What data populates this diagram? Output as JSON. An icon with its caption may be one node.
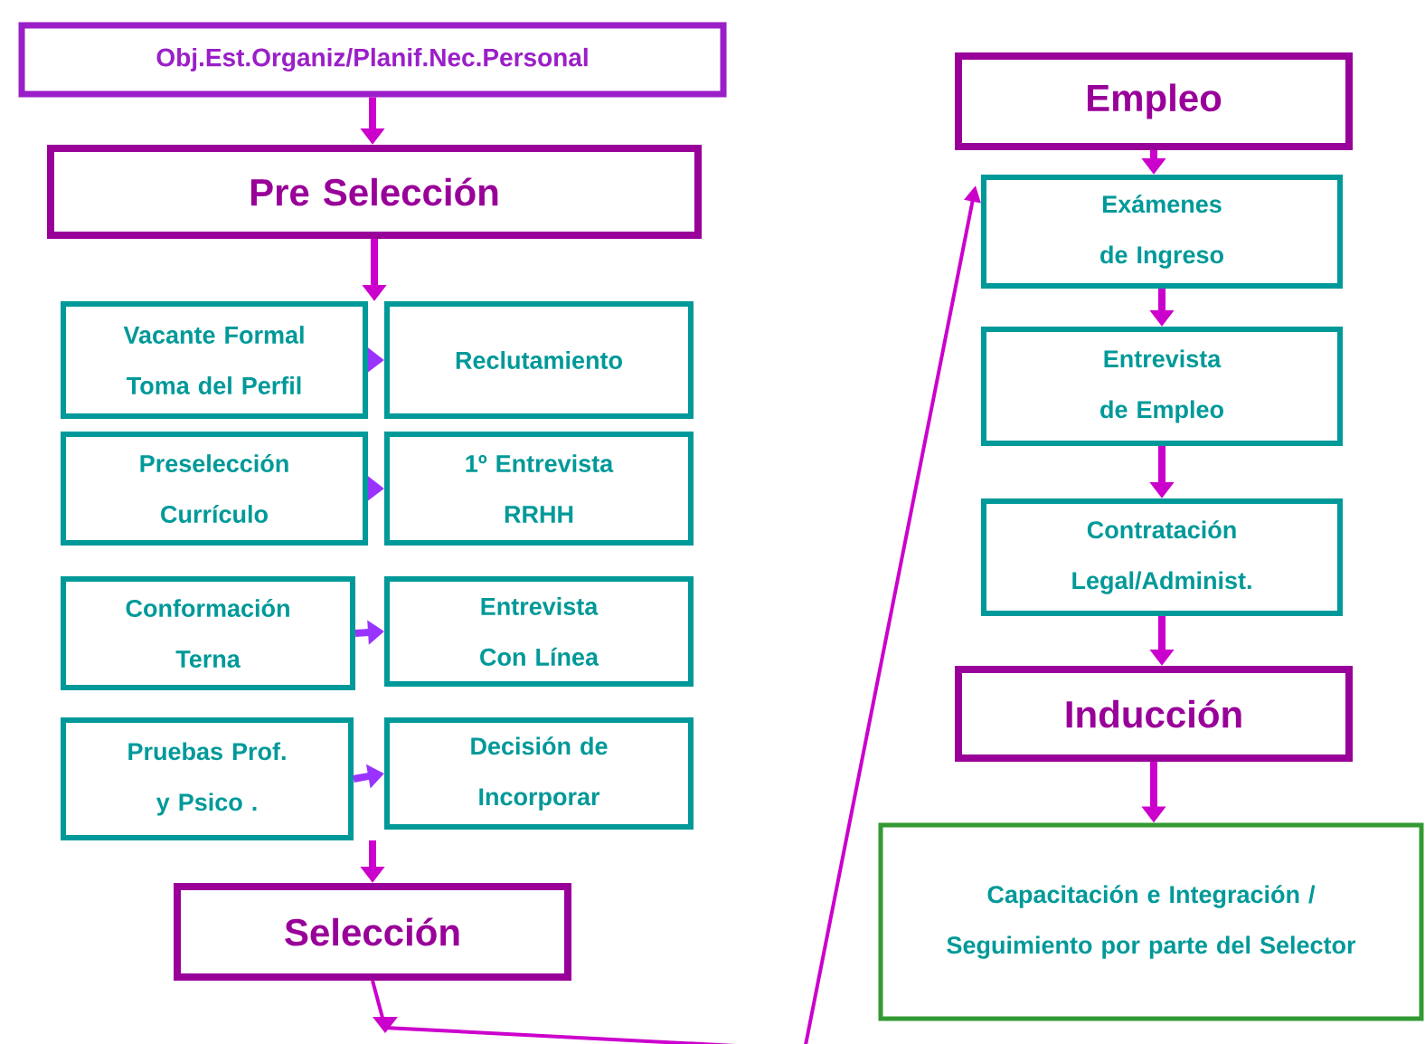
{
  "diagram": {
    "nodes": [
      {
        "text": [
          "Obj.Est.Organiz/Planif.Nec.Personal"
        ]
      },
      {
        "text": [
          "Pre Selección"
        ]
      },
      {
        "text": [
          "Vacante Formal Toma del Perfil"
        ]
      },
      {
        "text": [
          "Reclutamiento"
        ]
      },
      {
        "text": [
          "Preselección Currículo"
        ]
      },
      {
        "text": [
          "1º Entrevista RRHH"
        ]
      },
      {
        "text": [
          "Conformación Terna"
        ]
      },
      {
        "text": [
          "Entrevista Con Línea"
        ]
      },
      {
        "text": [
          "Pruebas Prof. y Psico ."
        ]
      },
      {
        "text": [
          "Decisión de Incorporar"
        ]
      },
      {
        "text": [
          "Selección"
        ]
      },
      {
        "text": [
          "Empleo"
        ]
      },
      {
        "text": [
          "Exámenes de Ingreso"
        ]
      },
      {
        "text": [
          "Entrevista de Empleo"
        ]
      },
      {
        "text": [
          "Contratación Legal/Administ."
        ]
      },
      {
        "text": [
          "Inducción"
        ]
      },
      {
        "text": [
          "Capacitación e Integración / Seguimiento por parte del Selector"
        ]
      }
    ],
    "edges": [
      {
        "from": 0,
        "to": 1,
        "arrow": "to"
      },
      {
        "from": 1,
        "to": 2,
        "arrow": "to"
      },
      {
        "from": 2,
        "to": 3,
        "arrow": "to",
        "color": "#9933ff"
      },
      {
        "from": 4,
        "to": 5,
        "arrow": "to",
        "color": "#9933ff"
      },
      {
        "from": 6,
        "to": 7,
        "arrow": "to",
        "color": "#9933ff"
      },
      {
        "from": 8,
        "to": 9,
        "arrow": "to",
        "color": "#9933ff"
      },
      {
        "from": 8,
        "to": 10,
        "arrow": "to"
      },
      {
        "from": 10,
        "to": 12,
        "arrow": "to"
      },
      {
        "from": 11,
        "to": 12,
        "arrow": "to"
      },
      {
        "from": 12,
        "to": 13,
        "arrow": "to"
      },
      {
        "from": 13,
        "to": 14,
        "arrow": "to"
      },
      {
        "from": 14,
        "to": 15,
        "arrow": "to"
      },
      {
        "from": 15,
        "to": 16,
        "arrow": "to"
      }
    ]
  }
}
